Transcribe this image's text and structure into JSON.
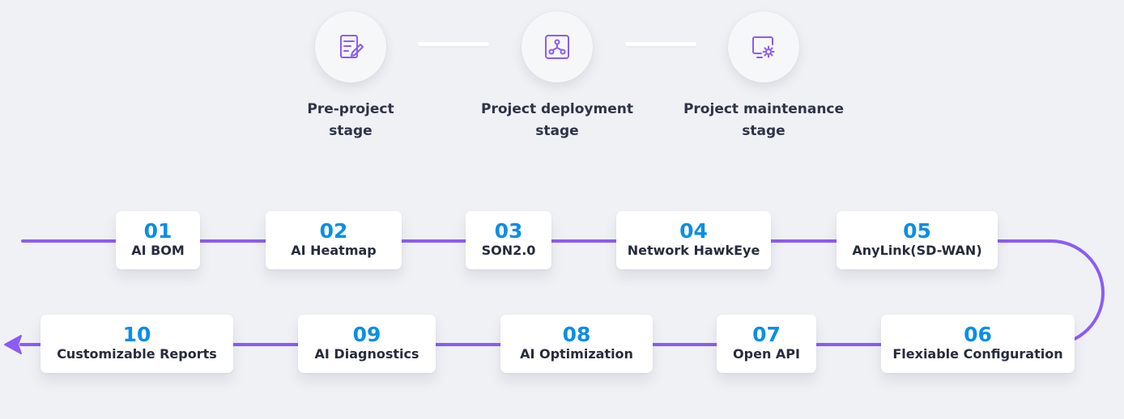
{
  "colors": {
    "accent": "#8b5cf6",
    "number": "#0a8ee6",
    "text": "#262c3c",
    "background": "#f0f1f5"
  },
  "stages": [
    {
      "label": "Pre-project\nstage",
      "icon": "document-edit-icon"
    },
    {
      "label": "Project deployment\nstage",
      "icon": "network-nodes-icon"
    },
    {
      "label": "Project maintenance\nstage",
      "icon": "monitor-gear-icon"
    }
  ],
  "steps": [
    {
      "number": "01",
      "title": "AI BOM"
    },
    {
      "number": "02",
      "title": "AI Heatmap"
    },
    {
      "number": "03",
      "title": "SON2.0"
    },
    {
      "number": "04",
      "title": "Network HawkEye"
    },
    {
      "number": "05",
      "title": "AnyLink(SD-WAN)"
    },
    {
      "number": "06",
      "title": "Flexiable Configuration"
    },
    {
      "number": "07",
      "title": "Open API"
    },
    {
      "number": "08",
      "title": "AI Optimization"
    },
    {
      "number": "09",
      "title": "AI Diagnostics"
    },
    {
      "number": "10",
      "title": "Customizable Reports"
    }
  ]
}
